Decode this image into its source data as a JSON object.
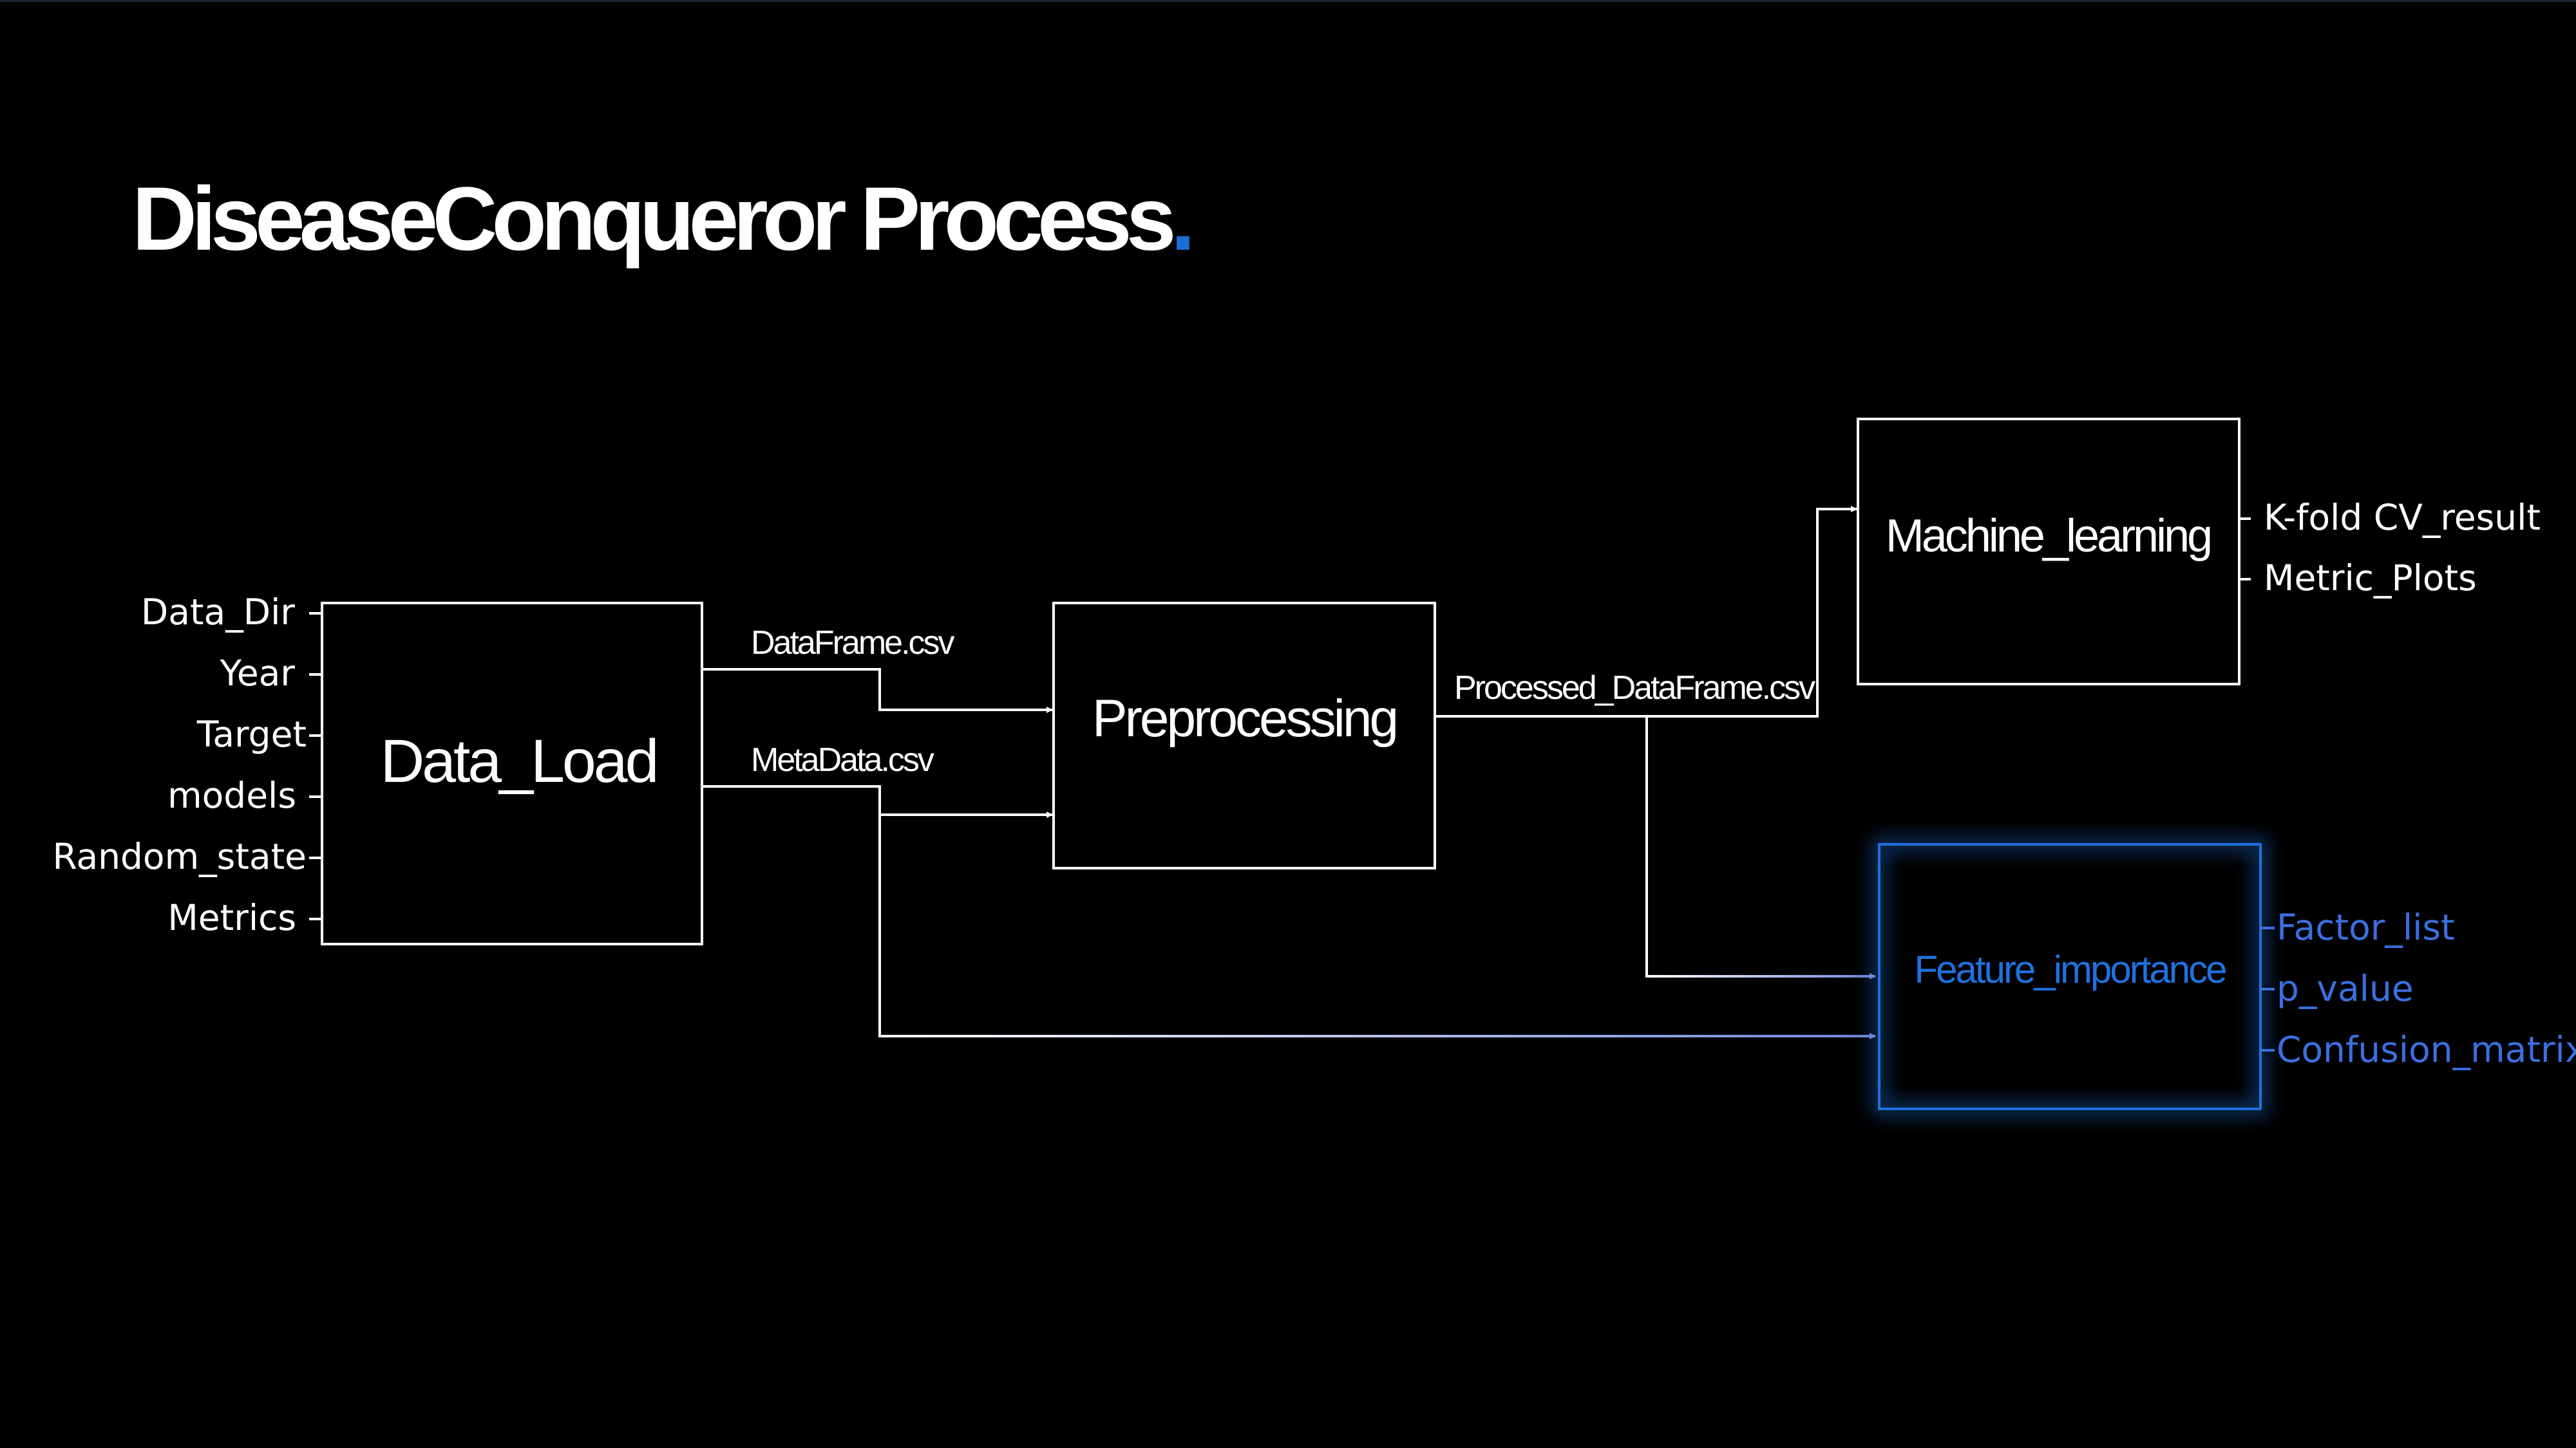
{
  "title": {
    "text": "DiseaseConqueror Process",
    "dot": "."
  },
  "colors": {
    "background": "#000000",
    "foreground": "#ffffff",
    "accent": "#1a6fd6",
    "highlight_box": "#1e72e0",
    "highlight_outputs": "#3b6fe0"
  },
  "nodes": {
    "data_load": "Data_Load",
    "preprocessing": "Preprocessing",
    "machine_learning": "Machine_learning",
    "feature_importance": "Feature_importance"
  },
  "inputs": [
    "Data_Dir",
    "Year",
    "Target",
    "models",
    "Random_state",
    "Metrics"
  ],
  "edges": {
    "dataframe": "DataFrame.csv",
    "metadata": "MetaData.csv",
    "processed": "Processed_DataFrame.csv"
  },
  "ml_outputs": [
    "K-fold CV_result",
    "Metric_Plots"
  ],
  "fi_outputs": [
    "Factor_list",
    "p_value",
    "Confusion_matrix"
  ]
}
